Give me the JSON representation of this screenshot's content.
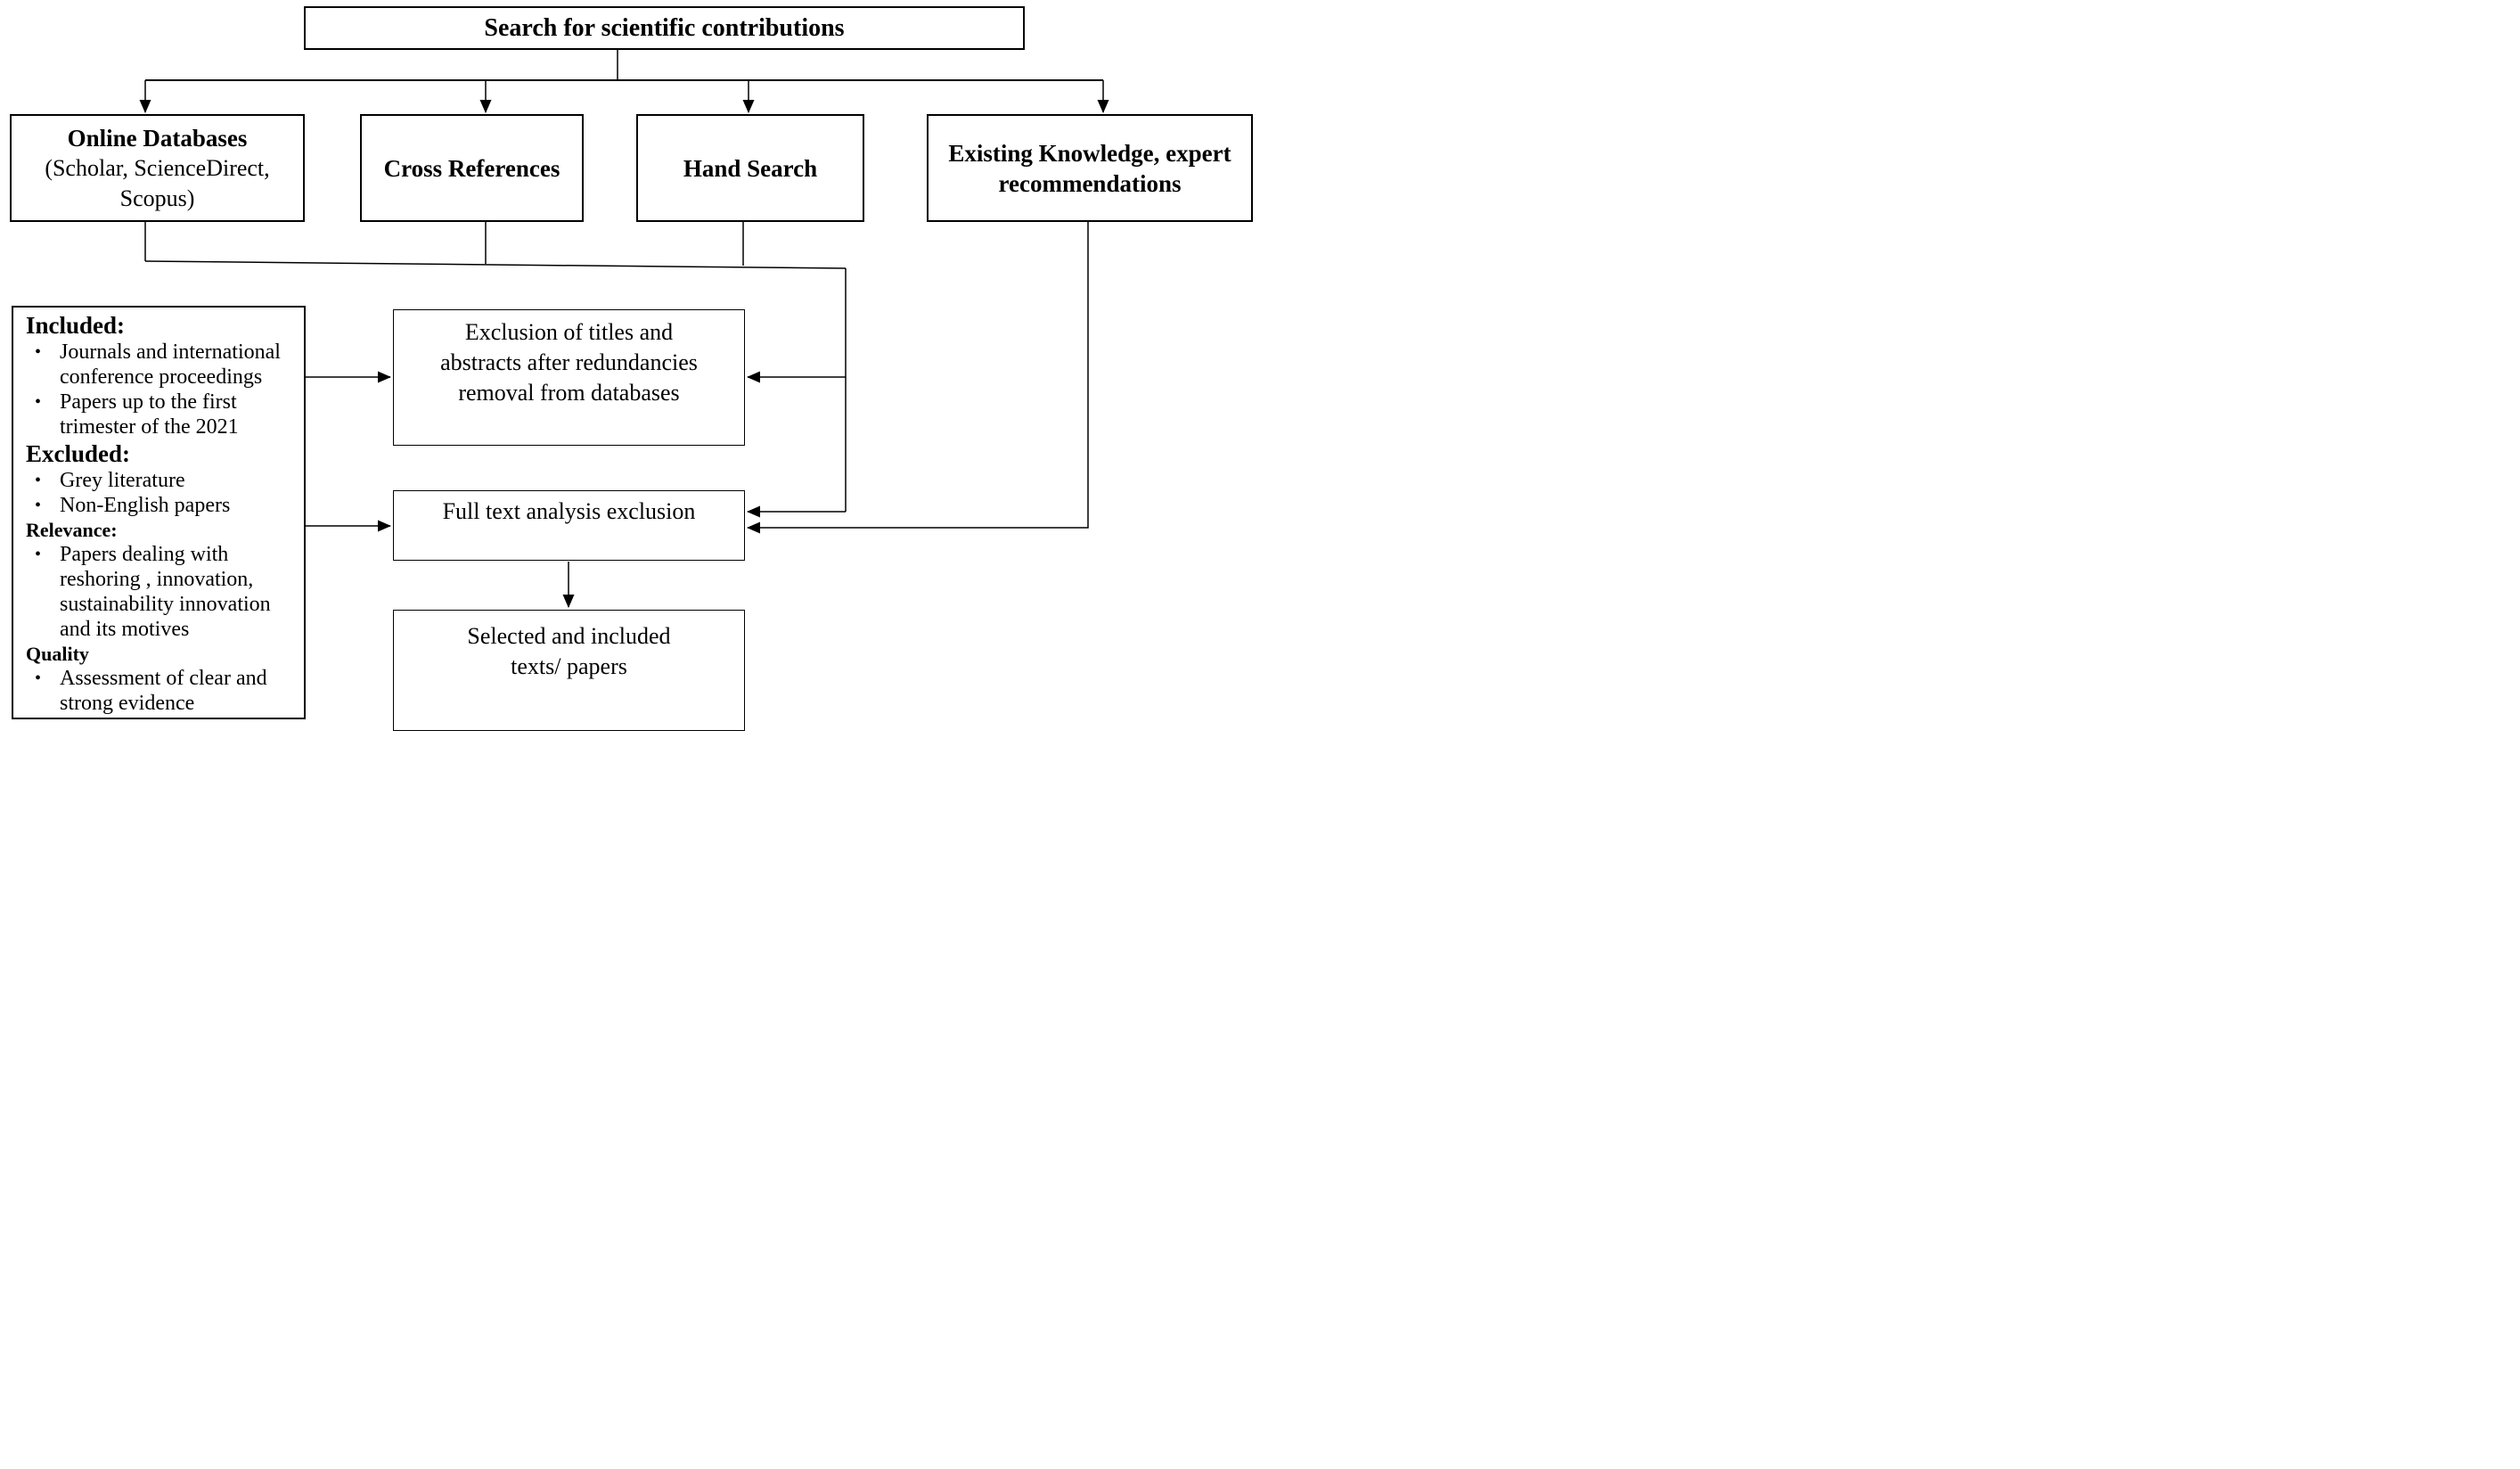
{
  "diagram": {
    "title_box": {
      "label": "Search for scientific contributions"
    },
    "sources": [
      {
        "title": "Online Databases",
        "subtitle": "(Scholar, ScienceDirect, Scopus)"
      },
      {
        "title": "Cross References",
        "subtitle": ""
      },
      {
        "title": "Hand Search",
        "subtitle": ""
      },
      {
        "title": "Existing Knowledge, expert recommendations",
        "subtitle": ""
      }
    ],
    "criteria": {
      "bullet_glyph": "•",
      "sections": [
        {
          "header": "Included:",
          "items": [
            "Journals and international conference proceedings",
            "Papers up to the first trimester of the 2021"
          ]
        },
        {
          "header": "Excluded:",
          "items": [
            "Grey literature",
            "Non-English papers"
          ]
        },
        {
          "header": "Relevance:",
          "items": [
            "Papers dealing with reshoring , innovation, sustainability innovation and its motives"
          ]
        },
        {
          "header": "Quality",
          "items": [
            "Assessment of clear and strong evidence"
          ]
        }
      ]
    },
    "process": {
      "exclusion_label": "Exclusion of titles and abstracts after redundancies removal from databases",
      "fulltext_label": "Full text analysis exclusion",
      "selected_label": "Selected and included texts/ papers"
    },
    "colors": {
      "line": "#000000",
      "text": "#000000",
      "background": "#ffffff"
    }
  }
}
